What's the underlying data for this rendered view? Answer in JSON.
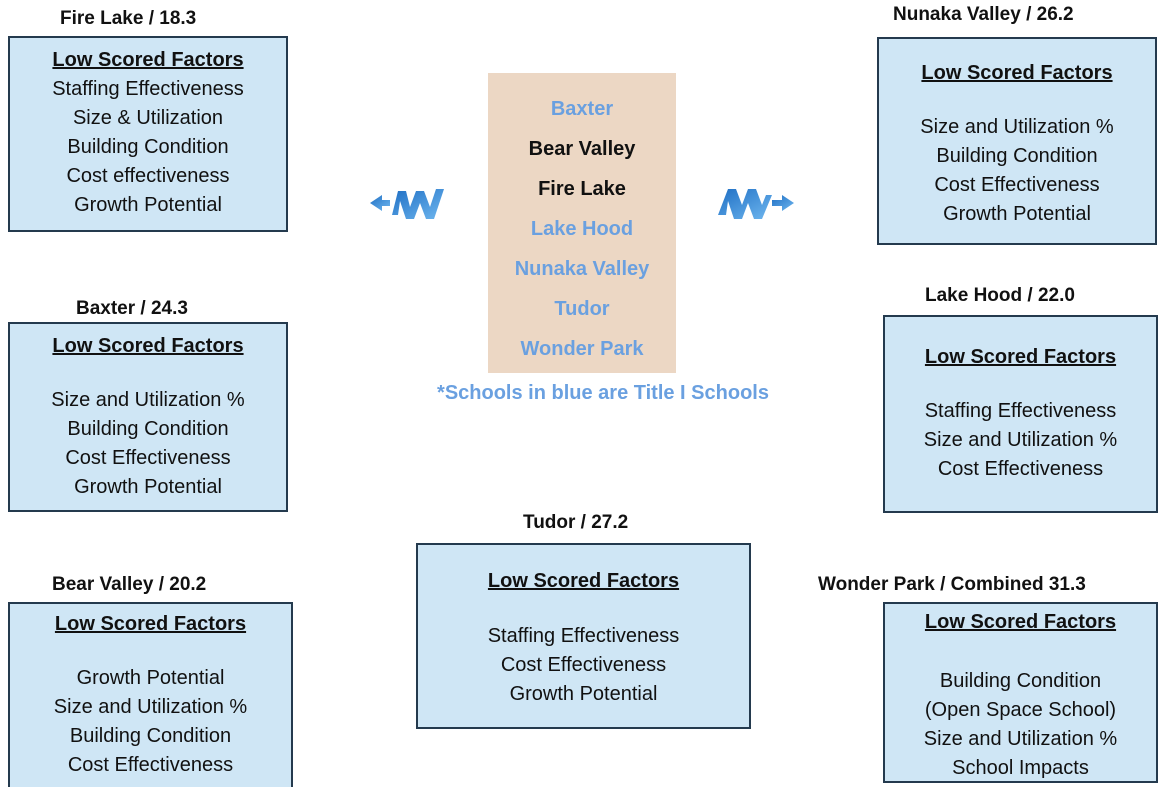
{
  "schools_list": [
    {
      "name": "Baxter",
      "title_one": true
    },
    {
      "name": "Bear Valley",
      "title_one": false
    },
    {
      "name": "Fire Lake",
      "title_one": false
    },
    {
      "name": "Lake Hood",
      "title_one": true
    },
    {
      "name": "Nunaka Valley",
      "title_one": true
    },
    {
      "name": "Tudor",
      "title_one": true
    },
    {
      "name": "Wonder Park",
      "title_one": true
    }
  ],
  "note": "*Schools in blue are Title I Schools",
  "colors": {
    "title_one_blue": "#6aa0e0",
    "card_fill": "#cfe6f5",
    "card_border": "#243a4e",
    "list_fill": "#ecd7c4",
    "arrow_blue": "#3a8fd6"
  },
  "icons": {
    "left": "arrow-left-icon",
    "right": "arrow-right-icon"
  },
  "cards": {
    "fire_lake": {
      "title": "Fire Lake / 18.3",
      "heading": "Low Scored Factors",
      "factors": [
        "Staffing Effectiveness",
        "Size & Utilization",
        "Building Condition",
        "Cost effectiveness",
        "Growth Potential"
      ]
    },
    "baxter": {
      "title": "Baxter / 24.3",
      "heading": "Low Scored Factors",
      "factors": [
        "Size and Utilization %",
        "Building Condition",
        "Cost Effectiveness",
        "Growth Potential"
      ]
    },
    "bear_valley": {
      "title": "Bear Valley / 20.2",
      "heading": "Low Scored Factors",
      "factors": [
        "Growth Potential",
        "Size and Utilization %",
        "Building Condition",
        "Cost Effectiveness"
      ]
    },
    "tudor": {
      "title": "Tudor / 27.2",
      "heading": "Low Scored Factors",
      "factors": [
        "Staffing Effectiveness",
        "Cost Effectiveness",
        "Growth Potential"
      ]
    },
    "nunaka_valley": {
      "title": "Nunaka Valley / 26.2",
      "heading": "Low Scored Factors",
      "factors": [
        "Size and Utilization %",
        "Building Condition",
        "Cost Effectiveness",
        "Growth Potential"
      ]
    },
    "lake_hood": {
      "title": "Lake Hood / 22.0",
      "heading": "Low Scored Factors",
      "factors": [
        "Staffing Effectiveness",
        "Size and Utilization %",
        "Cost Effectiveness"
      ]
    },
    "wonder_park": {
      "title": "Wonder Park / Combined 31.3",
      "heading": "Low Scored Factors",
      "factors": [
        "Building Condition",
        "(Open Space School)",
        "Size and Utilization %",
        "School Impacts"
      ]
    }
  }
}
